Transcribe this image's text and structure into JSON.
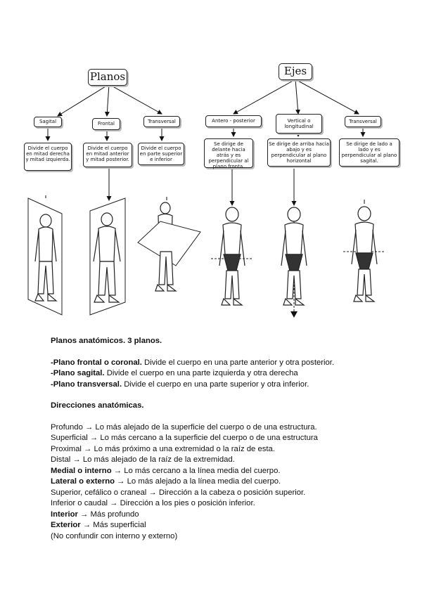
{
  "diagram": {
    "planos": {
      "title": "Planos",
      "items": [
        {
          "label": "Sagital",
          "desc": "Divide el cuerpo en mitad derecha y mitad izquierda."
        },
        {
          "label": "Frontal",
          "desc": "Divide el cuerpo en mitad anterior y mitad posterior."
        },
        {
          "label": "Transversal",
          "desc": "Divide el cuerpo en parte superior e inferior"
        }
      ]
    },
    "ejes": {
      "title": "Ejes",
      "items": [
        {
          "label": "Antero - posterior",
          "desc": "Se dirige de delante hacia atrás y es perpendicular al plano fronta."
        },
        {
          "label": "Vertical o longitudinal",
          "desc": "Se dirige de arriba hacia abajo y es perpendicular al plano horizontal"
        },
        {
          "label": "Transversal",
          "desc": "Se dirige de lado a lado y es perpendicular al plano sagital."
        }
      ]
    }
  },
  "section1": {
    "heading": "Planos anatómicos. 3 planos.",
    "items": [
      {
        "term": "-Plano frontal o coronal.",
        "text": " Divide el cuerpo en una parte anterior y otra posterior."
      },
      {
        "term": "-Plano sagital.",
        "text": " Divide el cuerpo en una parte izquierda y otra derecha"
      },
      {
        "term": "-Plano transversal.",
        "text": " Divide el cuerpo en una parte superior y otra inferior."
      }
    ]
  },
  "section2": {
    "heading": "Direcciones anatómicas.",
    "items": [
      {
        "term": "",
        "text": "Profundo → Lo más alejado de la superficie del cuerpo o de una estructura."
      },
      {
        "term": "",
        "text": "Superficial  → Lo más cercano a la superficie del cuerpo o de una estructura"
      },
      {
        "term": "",
        "text": "Proximal  → Lo más próximo a una extremidad o la raíz de esta."
      },
      {
        "term": "",
        "text": "Distal  → Lo más alejado de la raíz de la extremidad."
      },
      {
        "term": "Medial o interno",
        "text": "  → Lo más cercano a la línea media del cuerpo."
      },
      {
        "term": "Lateral o externo",
        "text": "  → Lo más alejado a la línea media del cuerpo."
      },
      {
        "term": "",
        "text": "Superior, cefálico o craneal  → Dirección a la cabeza o posición superior."
      },
      {
        "term": "",
        "text": "Inferior o caudal  → Dirección a los pies o posición inferior."
      },
      {
        "term": "Interior",
        "text": " → Más profundo"
      },
      {
        "term": "Exterior",
        "text": " → Más superficial"
      },
      {
        "term": "",
        "text": "(No confundir con interno y externo)"
      }
    ]
  }
}
